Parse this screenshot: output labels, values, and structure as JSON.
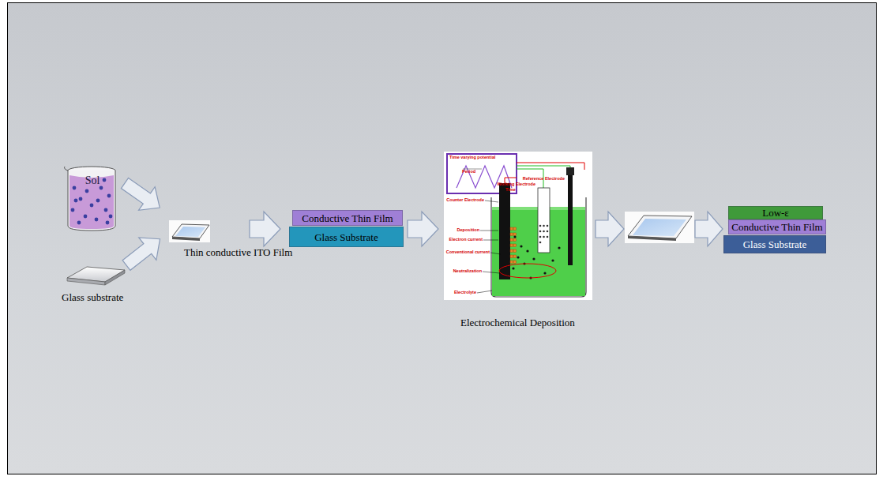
{
  "diagram": {
    "nodes": [
      {
        "text": [
          "Sol"
        ]
      },
      {
        "text": [
          "Conductive Thin Film"
        ]
      },
      {
        "text": [
          "Glass Substrate"
        ]
      },
      {
        "text": [
          "Low-ε"
        ]
      },
      {
        "text": [
          "Conductive Thin Film"
        ]
      },
      {
        "text": [
          "Glass Substrate"
        ]
      }
    ],
    "labels": [
      "Glass substrate",
      "Thin conductive ITO Film",
      "Time varying potential",
      "Period",
      "Time",
      "Reference Electrode",
      "Working Electrode",
      "Counter Electrode",
      "Deposition",
      "Electron current",
      "Conventional current",
      "Neutralization",
      "Electrolyte",
      "Electrochemical Deposition"
    ]
  }
}
